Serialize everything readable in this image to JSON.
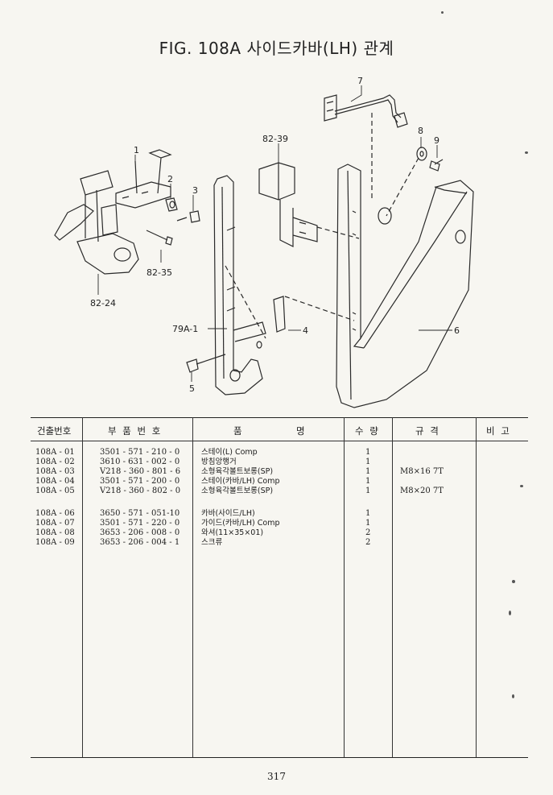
{
  "page": {
    "title": "FIG. 108A 사이드카바(LH) 관계",
    "page_number": "317"
  },
  "diagram": {
    "callouts": {
      "c1": "1",
      "c2": "2",
      "c3": "3",
      "c4": "4",
      "c5": "5",
      "c6": "6",
      "c7": "7",
      "c8": "8",
      "c9": "9",
      "c8239": "82-39",
      "c8235": "82-35",
      "c8224": "82-24",
      "c79a1": "79A-1"
    }
  },
  "table": {
    "headers": {
      "no": "건출번호",
      "part": "부 품 번 호",
      "name_a": "품",
      "name_b": "명",
      "qty": "수 량",
      "spec": "규 격",
      "note": "비 고"
    },
    "rows": [
      {
        "no": "108A - 01",
        "part": "3501 - 571 - 210 - 0",
        "name": "스테이(L) Comp",
        "qty": "1",
        "spec": ""
      },
      {
        "no": "108A - 02",
        "part": "3610 - 631 - 002 - 0",
        "name": "방침앙행거",
        "qty": "1",
        "spec": ""
      },
      {
        "no": "108A - 03",
        "part": "V218 - 360 - 801 - 6",
        "name": "소형육각볼트보롱(SP)",
        "qty": "1",
        "spec": "M8×16 7T"
      },
      {
        "no": "108A - 04",
        "part": "3501 - 571 - 200 - 0",
        "name": "스테이(카바/LH) Comp",
        "qty": "1",
        "spec": ""
      },
      {
        "no": "108A - 05",
        "part": "V218 - 360 - 802 - 0",
        "name": "소형육각볼트보롱(SP)",
        "qty": "1",
        "spec": "M8×20 7T"
      },
      {
        "no": "108A - 06",
        "part": "3650 - 571 - 051-10",
        "name": "카바(사이드/LH)",
        "qty": "1",
        "spec": ""
      },
      {
        "no": "108A - 07",
        "part": "3501 - 571 - 220 - 0",
        "name": "가이드(카바/LH) Comp",
        "qty": "1",
        "spec": ""
      },
      {
        "no": "108A - 08",
        "part": "3653 - 206 - 008 - 0",
        "name": "와셔(11×35×01)",
        "qty": "2",
        "spec": ""
      },
      {
        "no": "108A - 09",
        "part": "3653 - 206 - 004 - 1",
        "name": "스크류",
        "qty": "2",
        "spec": ""
      }
    ]
  }
}
